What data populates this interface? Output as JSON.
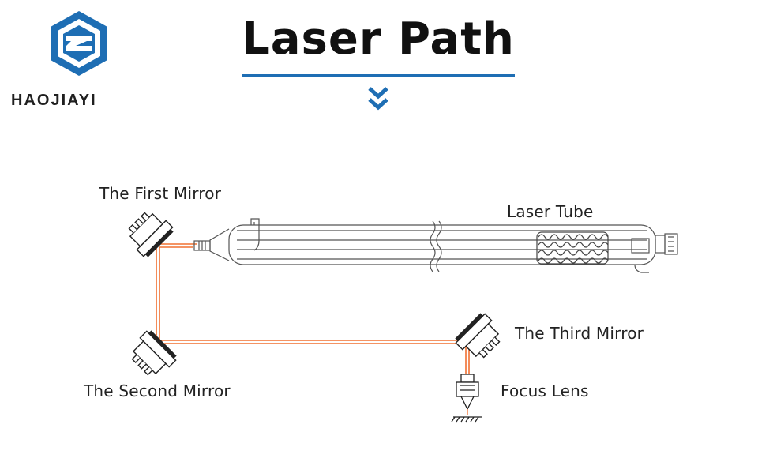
{
  "logo": {
    "text": "HAOJIAYI",
    "color": "#1e6eb4"
  },
  "title": "Laser Path",
  "accent": "#1e6eb4",
  "beam_color": "#f07030",
  "labels": {
    "first_mirror": "The First Mirror",
    "laser_tube": "Laser Tube",
    "third_mirror": "The Third Mirror",
    "second_mirror": "The Second Mirror",
    "focus_lens": "Focus Lens"
  },
  "icons": [
    "logo-mark-icon",
    "chevron-down-double-icon"
  ]
}
